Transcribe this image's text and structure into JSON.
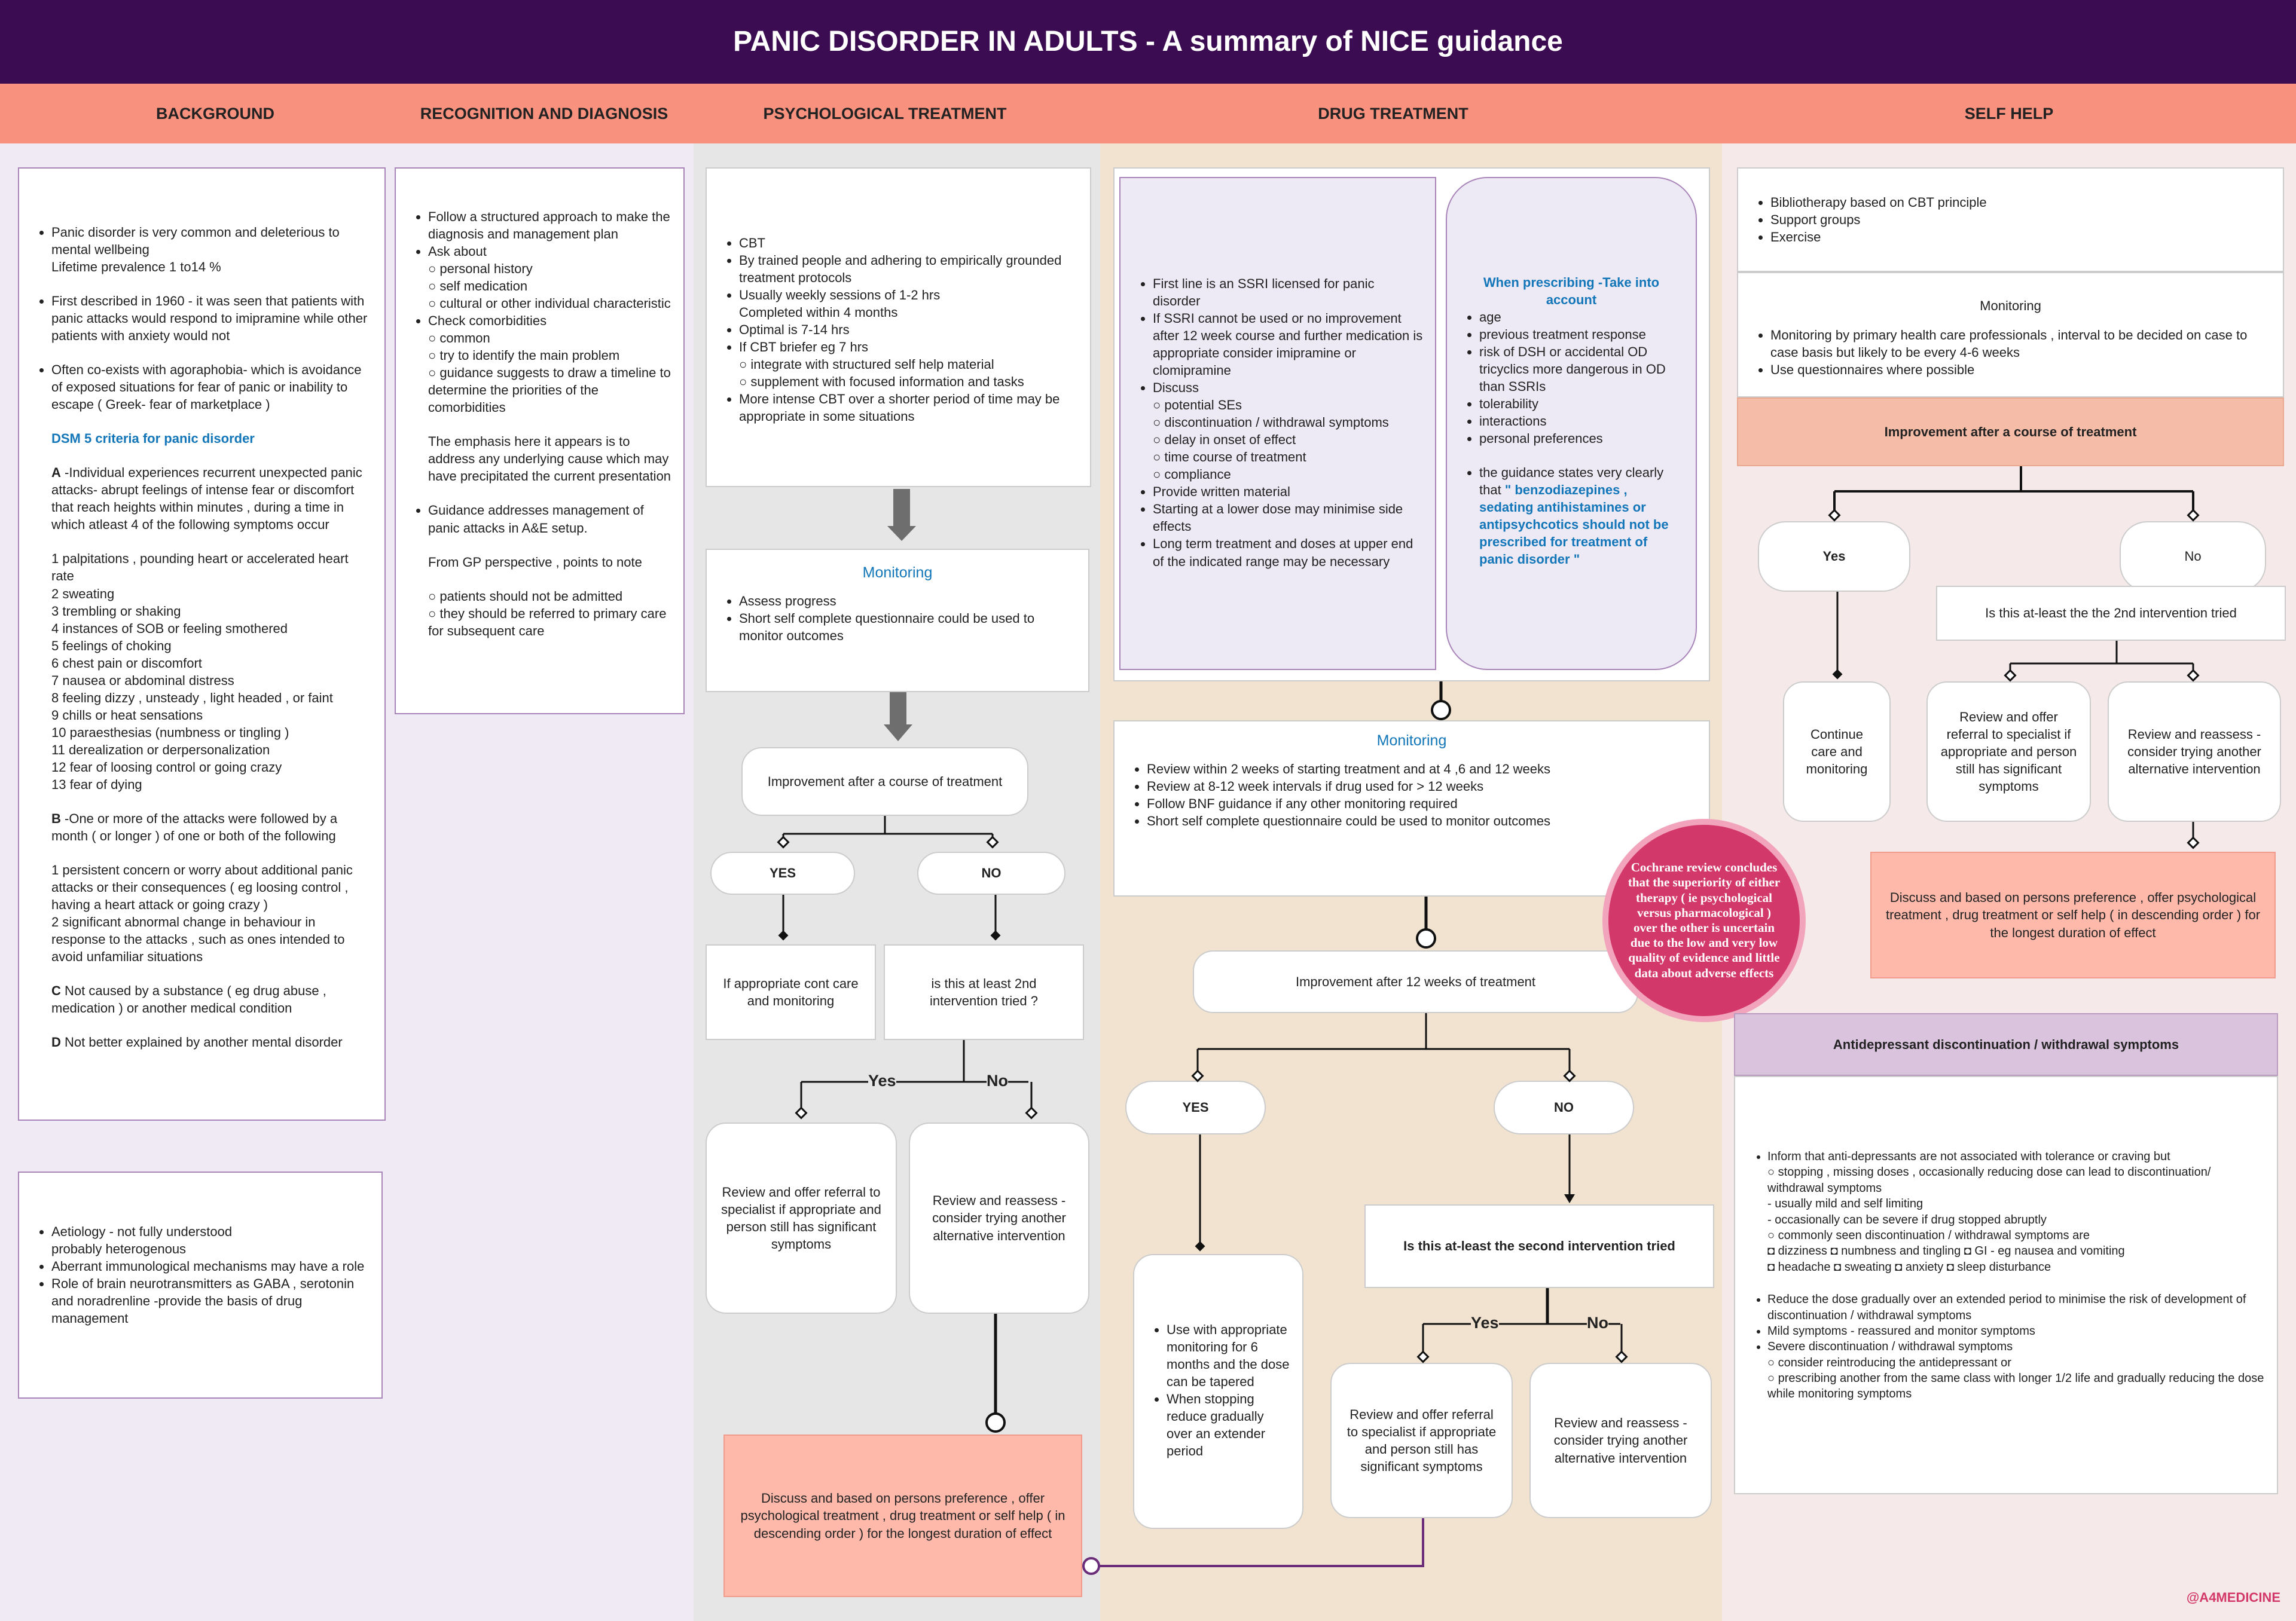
{
  "title": "PANIC DISORDER IN ADULTS - A summary of NICE guidance",
  "headers": {
    "background": "BACKGROUND",
    "recognition": "RECOGNITION AND DIAGNOSIS",
    "psychological": "PSYCHOLOGICAL TREATMENT",
    "drug": "DRUG TREATMENT",
    "selfhelp": "SELF HELP"
  },
  "colors": {
    "title_bg": "#3b0c52",
    "header_bg": "#f9917f",
    "accent_blue": "#1276b8",
    "cochrane": "#d3386b"
  },
  "background": {
    "p1": "Panic disorder is very common and deleterious to mental wellbeing",
    "p1b": "Lifetime prevalence 1 to14 %",
    "p2": "First described in 1960 - it was seen that patients with panic attacks would respond to imipramine while other patients with anxiety would not",
    "p3": "Often co-exists with agoraphobia- which is avoidance of exposed situations for fear of panic or inability to escape ( Greek- fear of marketplace )",
    "dsm_title": "DSM 5 criteria for panic disorder",
    "a_letter": "A",
    "a_text": " -Individual experiences recurrent unexpected panic attacks- abrupt feelings of intense fear or discomfort that reach heights within minutes , during a time in which atleast 4 of the following symptoms occur",
    "symptoms": [
      "1 palpitations , pounding heart or accelerated heart rate",
      "2 sweating",
      "3 trembling or shaking",
      "4 instances of SOB or feeling smothered",
      "5 feelings of choking",
      "6 chest pain or discomfort",
      "7 nausea or abdominal distress",
      "8 feeling dizzy , unsteady , light headed , or faint",
      "9 chills or heat sensations",
      "10 paraesthesias (numbness or tingling )",
      "11 derealization or derpersonalization",
      "12 fear of loosing control or going crazy",
      "13 fear of dying"
    ],
    "b_letter": "B",
    "b_text": " -One or more of the attacks were followed by a month ( or longer ) of one or both of the following",
    "b1": "1 persistent concern or worry about additional panic attacks or their consequences ( eg loosing control , having a heart attack or going crazy )",
    "b2": "2 significant abnormal change in behaviour in response to the attacks , such as ones intended to avoid unfamiliar situations",
    "c_letter": "C",
    "c_text": " Not caused by a substance ( eg drug abuse , medication ) or another medical condition",
    "d_letter": "D",
    "d_text": " Not better explained by another mental disorder",
    "aetiology": [
      "Aetiology - not fully understood",
      "Aberrant immunological mechanisms may have a role",
      "Role of brain neurotransmitters as GABA , serotonin and noradrenline -provide the basis of drug management"
    ],
    "aetiology_sub": "probably heterogenous"
  },
  "recognition": {
    "l1": "Follow a structured approach to make the diagnosis and management plan",
    "l2": "Ask about",
    "l2_subs": [
      "○ personal history",
      "○ self medication",
      "○ cultural or other individual characteristic"
    ],
    "l3": "Check comorbidities",
    "l3_subs": [
      "○ common",
      "○ try to identify the main problem",
      "○ guidance suggests to draw a timeline to determine the priorities of the comorbidities"
    ],
    "emphasis": "The emphasis here it appears is to address any underlying cause which may have precipitated the current presentation",
    "l4": "Guidance addresses management of panic attacks in A&E setup.",
    "gp": "From GP perspective , points to note",
    "gp_subs": [
      "○ patients should not be admitted",
      "○ they should be referred to primary care for subsequent care"
    ]
  },
  "psych": {
    "cbt": "CBT",
    "items": [
      "By trained people and adhering to empirically grounded treatment protocols",
      "Usually weekly sessions of 1-2 hrs",
      "Optimal is 7-14 hrs",
      "If CBT briefer eg 7 hrs"
    ],
    "completed": "Completed within 4 months",
    "brief_subs": [
      "○ integrate with structured self help material",
      "○ supplement with focused information and tasks"
    ],
    "intense": "More intense CBT over a shorter period of time may be appropriate in some situations",
    "monitoring_title": "Monitoring",
    "monitoring": [
      "Assess progress",
      "Short self complete questionnaire could be used to monitor outcomes"
    ],
    "improvement": "Improvement after a course of treatment",
    "yes": "YES",
    "no": "NO",
    "cont_care": "If appropriate cont care and monitoring",
    "second": "is this at least 2nd intervention tried ?",
    "yes2": "Yes",
    "no2": "No",
    "review_refer": "Review and offer referral to specialist if appropriate and person still has significant symptoms",
    "review_reassess": "Review and reassess - consider trying another alternative intervention",
    "discuss": "Discuss and based on persons preference , offer psychological treatment , drug treatment or self help ( in descending order ) for the longest duration of effect"
  },
  "drug": {
    "items": [
      "First line is an SSRI licensed for panic disorder",
      "If SSRI cannot be used or no improvement after 12 week course and further medication is appropriate consider imipramine or clomipramine",
      "Discuss"
    ],
    "discuss_subs": [
      "○ potential SEs",
      "○ discontinuation / withdrawal symptoms",
      "○ delay in onset of effect",
      "○ time course of treatment",
      "○ compliance"
    ],
    "items2": [
      "Provide written material",
      "Starting at a lower dose may minimise side effects",
      "Long term treatment and doses at upper end of the indicated range may be necessary"
    ],
    "prescribing_title": "When prescribing -Take into account",
    "prescribing": [
      "age",
      "previous treatment response",
      "risk of DSH or accidental OD tricyclics more dangerous in OD than SSRIs",
      "tolerability",
      "interactions",
      "personal preferences"
    ],
    "guidance_pre": "the guidance states very clearly that ",
    "guidance_bold": "\" benzodiazepines , sedating antihistamines or antipsychcotics should not be prescribed for treatment of panic disorder \"",
    "monitoring_title": "Monitoring",
    "monitoring": [
      "Review within 2 weeks of starting treatment and at 4 ,6 and 12 weeks",
      "Review at 8-12 week intervals if drug used for > 12 weeks",
      "Follow BNF guidance if any other monitoring required",
      "Short self complete questionnaire could be used to monitor outcomes"
    ],
    "cochrane": "Cochrane review concludes that the superiority of either therapy ( ie psychological versus pharmacological ) over the other is uncertain due to the low and very low quality of evidence and little data about adverse effects",
    "improvement": "Improvement after 12 weeks of treatment",
    "yes": "YES",
    "no": "NO",
    "second": "Is this at-least the second intervention tried",
    "yes2": "Yes",
    "no2": "No",
    "use_monitoring": [
      "Use with appropriate monitoring for 6 months and the dose can be tapered",
      "When stopping reduce gradually over an extender period"
    ],
    "review_refer": "Review and offer referral to specialist if appropriate and person still has significant symptoms",
    "review_reassess": "Review and reassess - consider trying another alternative intervention"
  },
  "selfhelp": {
    "items": [
      "Bibliotherapy based on CBT principle",
      "Support groups",
      "Exercise"
    ],
    "monitoring_title": "Monitoring",
    "monitoring": [
      "Monitoring by primary health care professionals , interval to be decided on case to case basis but likely to be every 4-6 weeks",
      "Use questionnaires where possible"
    ],
    "improvement": "Improvement after a course of treatment",
    "yes": "Yes",
    "no": "No",
    "second": "Is this at-least the the 2nd intervention tried",
    "continue": "Continue care and monitoring",
    "review_refer": "Review and offer referral to specialist if appropriate and person still has significant symptoms",
    "review_reassess": "Review and reassess - consider trying another alternative intervention",
    "discuss": "Discuss and based on persons preference , offer psychological treatment , drug treatment or self help ( in descending order ) for the longest duration of effect",
    "ad_title": "Antidepressant discontinuation / withdrawal symptoms",
    "ad1": "Inform that anti-depressants are not associated with tolerance or craving but",
    "ad1_subs": [
      "○ stopping , missing doses , occasionally reducing dose can lead to discontinuation/ withdrawal symptoms",
      "- usually mild and self limiting",
      "- occasionally can be severe if drug stopped abruptly",
      "○ commonly seen discontinuation / withdrawal symptoms are",
      "◘ dizziness ◘ numbness and tingling ◘ GI - eg nausea and vomiting",
      "◘ headache ◘ sweating ◘ anxiety ◘ sleep disturbance"
    ],
    "ad2": "Reduce the dose gradually over an extended period to minimise the risk of development of discontinuation / withdrawal symptoms",
    "ad3": "Mild symptoms - reassured and monitor symptoms",
    "ad4": "Severe discontinuation / withdrawal symptoms",
    "ad4_subs": [
      "○ consider reintroducing the antidepressant or",
      "○ prescribing another from the same class with longer 1/2 life and gradually reducing the dose while monitoring symptoms"
    ]
  },
  "footer": "@A4MEDICINE"
}
